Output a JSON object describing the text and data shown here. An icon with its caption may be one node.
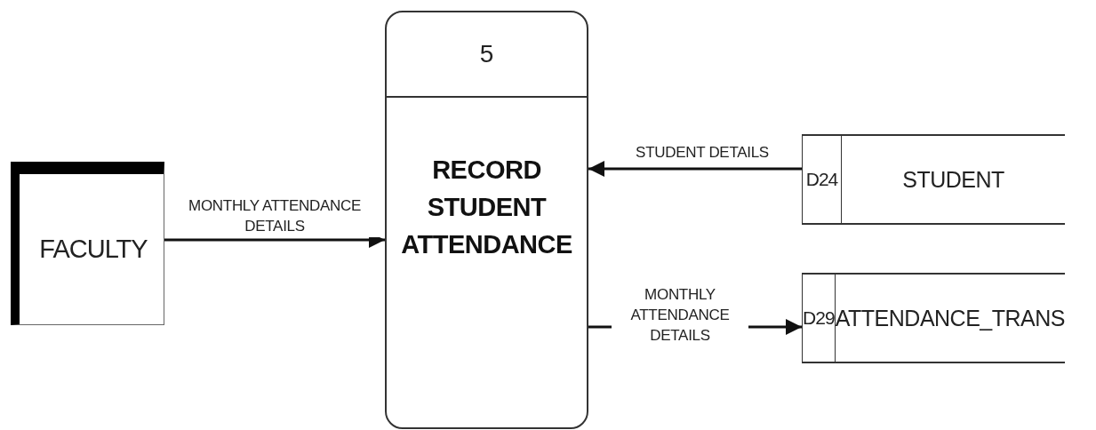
{
  "diagram": {
    "nodes": [
      {
        "text": [
          "FACULTY"
        ]
      },
      {
        "text": [
          "5",
          "RECORD STUDENT ATTENDANCE"
        ]
      },
      {
        "text": [
          "D24",
          "STUDENT"
        ]
      },
      {
        "text": [
          "D29",
          "ATTENDANCE_TRANS"
        ]
      }
    ],
    "edges": [
      {
        "from": 0,
        "to": 1,
        "arrow": "to",
        "label": "MONTHLY ATTENDANCE DETAILS"
      },
      {
        "from": 2,
        "to": 1,
        "arrow": "to",
        "label": "STUDENT DETAILS"
      },
      {
        "from": 1,
        "to": 3,
        "arrow": "to",
        "label": "MONTHLY ATTENDANCE DETAILS"
      }
    ]
  }
}
